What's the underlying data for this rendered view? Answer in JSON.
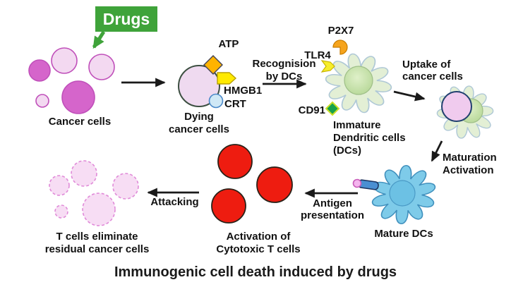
{
  "title": "Immunogenic cell death induced by drugs",
  "labels": {
    "drugs": "Drugs",
    "cancer_cells": "Cancer cells",
    "dying_1": "Dying",
    "dying_2": "cancer cells",
    "atp": "ATP",
    "hmgb1": "HMGB1",
    "crt": "CRT",
    "recognition_1": "Recognision",
    "recognition_2": "by DCs",
    "p2x7": "P2X7",
    "tlr4": "TLR4",
    "cd91": "CD91",
    "immature_1": "Immature",
    "immature_2": "Dendritic cells",
    "immature_3": "(DCs)",
    "uptake_1": "Uptake of",
    "uptake_2": "cancer cells",
    "maturation_1": "Maturation",
    "maturation_2": "Activation",
    "mature_dcs": "Mature DCs",
    "antigen_1": "Antigen",
    "antigen_2": "presentation",
    "activation_1": "Activation of",
    "activation_2": "Cytotoxic T cells",
    "attacking": "Attacking",
    "residual_1": "T cells eliminate",
    "residual_2": "residual cancer cells"
  },
  "colors": {
    "drug_green": "#3fa33a",
    "cancer_light": "#f3d9f1",
    "cancer_dark": "#d565cb",
    "cancer_outline": "#c050ba",
    "dying_fill": "#efdaf0",
    "dying_outline": "#3c4f41",
    "atp_orange": "#ffb300",
    "hmgb1_yellow": "#ffea00",
    "crt_blue": "#cfe8f6",
    "p2x7_orange": "#f6a41d",
    "tlr4_yellow": "#f7ee2a",
    "cd91_green": "#17a24c",
    "cd91_outline": "#ccdf27",
    "dc_green": "#e3efd5",
    "dc_outline": "#afc8d6",
    "engulfed_pink": "#f0cbee",
    "engulfed_outline": "#20406e",
    "dc_blue": "#7ecbe9",
    "dc_blue_outline": "#4090bd",
    "dc_blue_nucleus": "#6cc1e4",
    "tcell_red": "#ee1c10",
    "residual_pink": "#f7ddf4",
    "residual_outline": "#e08ad8",
    "rod_blue": "#4a8fd2",
    "rod_outline": "#1c335f",
    "rod_tip_pink": "#f4b5ee",
    "arrow_black": "#1a1a1a"
  }
}
